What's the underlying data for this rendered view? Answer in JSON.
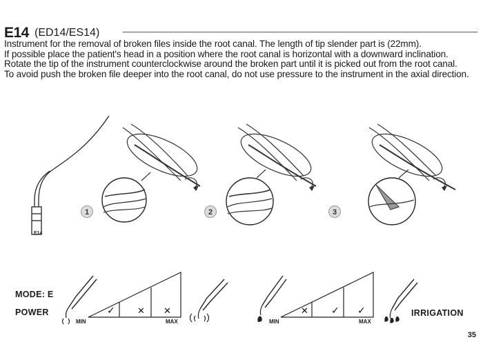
{
  "header": {
    "code": "E14",
    "variants": "(ED14/ES14)"
  },
  "description": [
    "Instrument for the removal of broken files inside the root canal. The length of tip slender part is (22mm).",
    "If possible place the patient's head in a position where the root canal is horizontal with a downward inclination. Rotate the tip of the instrument counterclockwise around the broken part until it is picked out from the root canal.",
    "To avoid push the broken file deeper into the root canal, do not use pressure to the instrument in the axial direction."
  ],
  "tip_label": "E14",
  "steps": [
    "1",
    "2",
    "3"
  ],
  "mode": {
    "label": "MODE: E",
    "power_label": "POWER",
    "irrigation_label": "IRRIGATION"
  },
  "power_chart": {
    "min": "MIN",
    "max": "MAX",
    "levels": [
      {
        "state": "allowed",
        "mark": "✓"
      },
      {
        "state": "not allowed",
        "mark": "✕"
      },
      {
        "state": "not allowed",
        "mark": "✕"
      }
    ]
  },
  "irrigation_chart": {
    "min": "MIN",
    "max": "MAX",
    "levels": [
      {
        "state": "not allowed",
        "mark": "✕"
      },
      {
        "state": "allowed",
        "mark": "✓"
      },
      {
        "state": "allowed",
        "mark": "✓"
      }
    ]
  },
  "page_number": "35"
}
